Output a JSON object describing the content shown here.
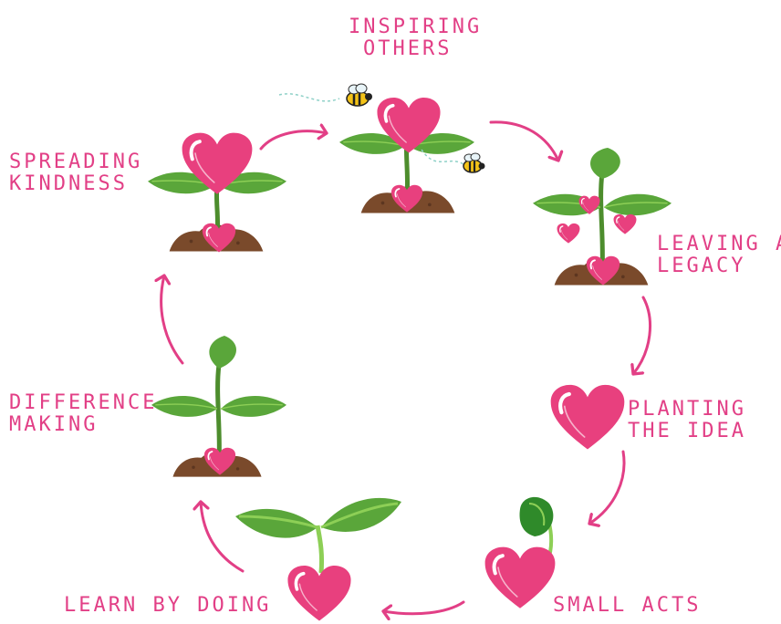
{
  "colors": {
    "accent": "#e23f86",
    "heart": "#e8407e",
    "heart_shade": "#c42d67",
    "leaf": "#5aa63a",
    "leaf_light": "#8dcf56",
    "stem": "#4d8d2d",
    "soil": "#7a4a2b",
    "bee_yellow": "#f3c318"
  },
  "stages": [
    {
      "id": "inspiring",
      "lines": [
        "INSPIRING",
        "OTHERS"
      ]
    },
    {
      "id": "legacy",
      "lines": [
        "LEAVING A",
        "LEGACY"
      ]
    },
    {
      "id": "planting",
      "lines": [
        "PLANTING",
        "THE IDEA"
      ]
    },
    {
      "id": "small",
      "lines": [
        "SMALL ACTS"
      ]
    },
    {
      "id": "learn",
      "lines": [
        "LEARN BY DOING"
      ]
    },
    {
      "id": "difference",
      "lines": [
        "DIFFERENCE",
        "MAKING"
      ]
    },
    {
      "id": "spreading",
      "lines": [
        "SPREADING",
        "KINDNESS"
      ]
    }
  ]
}
